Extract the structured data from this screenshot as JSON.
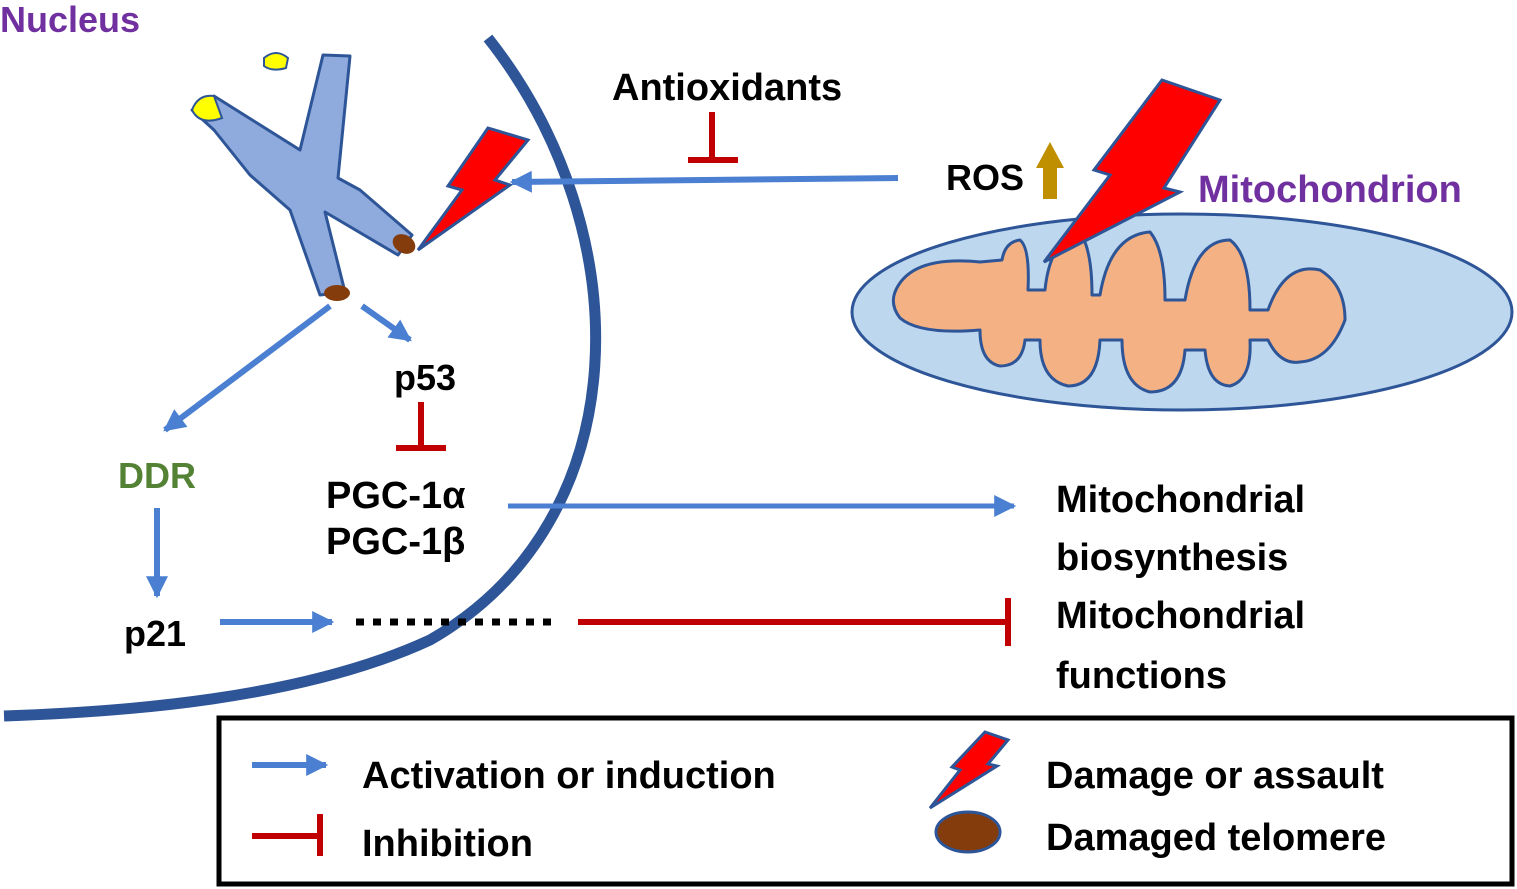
{
  "labels": {
    "nucleus": "Nucleus",
    "antioxidants": "Antioxidants",
    "ros": "ROS",
    "mitochondrion": "Mitochondrion",
    "p53": "p53",
    "ddr": "DDR",
    "pgc1a": "PGC-1α",
    "pgc1b": "PGC-1β",
    "p21": "p21",
    "mito_biosynthesis_1": "Mitochondrial",
    "mito_biosynthesis_2": "biosynthesis",
    "mito_functions_1": "Mitochondrial",
    "mito_functions_2": "functions"
  },
  "legend": {
    "activation": "Activation or induction",
    "inhibition": "Inhibition",
    "damage": "Damage or assault",
    "telomere": "Damaged telomere"
  },
  "colors": {
    "purple": "#7030a0",
    "green": "#548235",
    "arrow_blue": "#4a7fd1",
    "inhibit_red": "#c00000",
    "membrane_blue": "#2e5597",
    "ros_up": "#bf8f00"
  },
  "icons": {
    "damage": "lightning-bolt-icon",
    "telomere": "brown-oval-icon",
    "chromosome": "chromosome-icon",
    "mitochondrion": "mitochondrion-icon"
  }
}
